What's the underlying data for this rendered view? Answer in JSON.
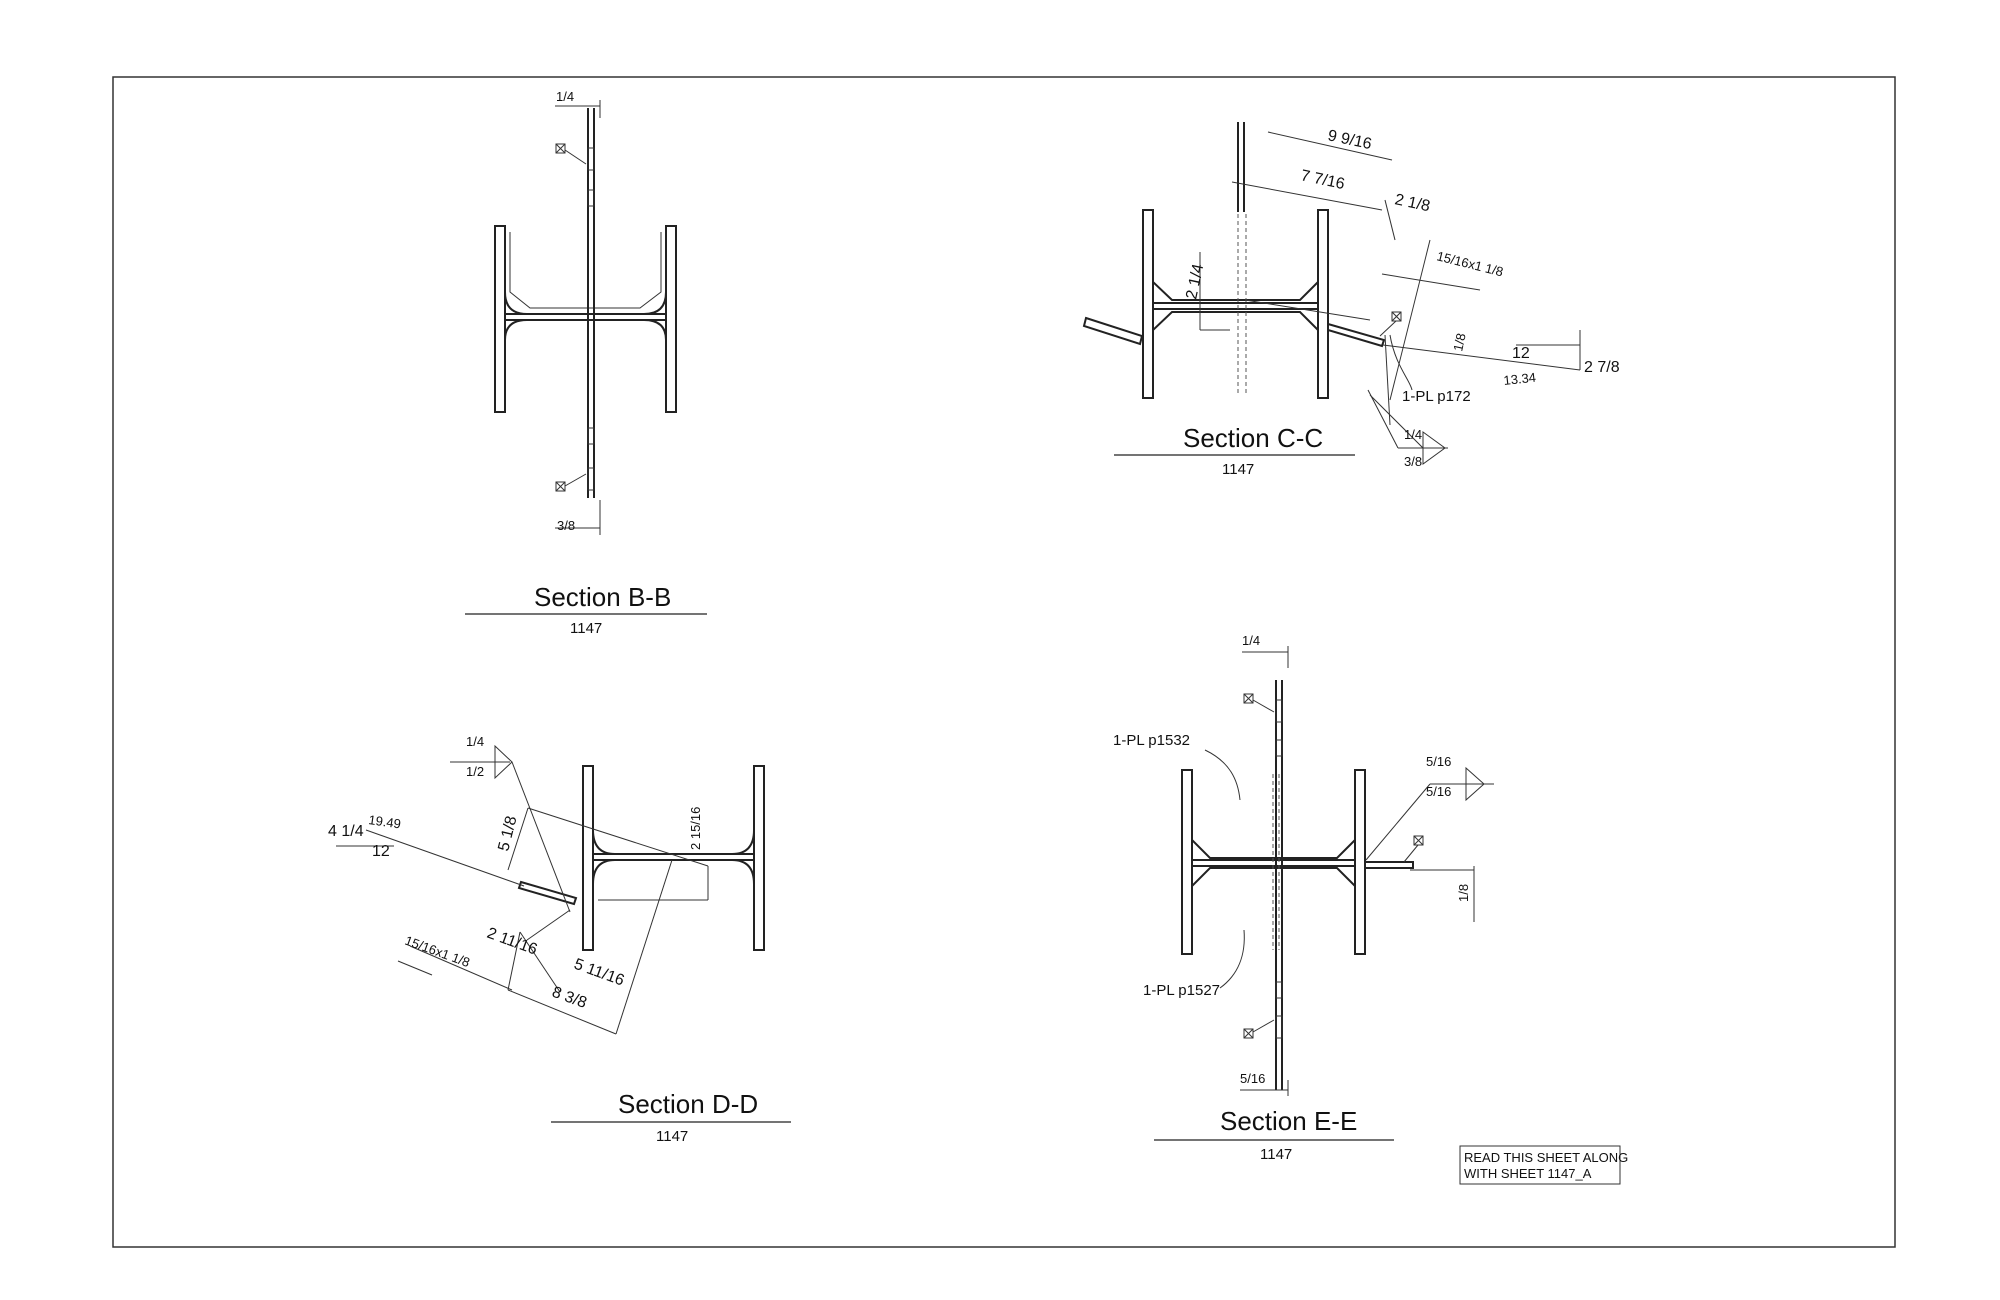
{
  "sections": [
    {
      "id": "B-B",
      "title": "Section B-B",
      "sheet": "1147"
    },
    {
      "id": "C-C",
      "title": "Section C-C",
      "sheet": "1147"
    },
    {
      "id": "D-D",
      "title": "Section D-D",
      "sheet": "1147"
    },
    {
      "id": "E-E",
      "title": "Section E-E",
      "sheet": "1147"
    }
  ],
  "b": {
    "top_weld": "1/4",
    "bottom_weld": "3/8"
  },
  "c": {
    "d1": "9 9/16",
    "d2": "7 7/16",
    "d3": "2 1/8",
    "d4": "15/16x1 1/8",
    "d5": "2 1/4",
    "d6": "1/8",
    "slope_run": "12",
    "slope_rise": "2 7/8",
    "slope_hyp": "13.34",
    "plate": "1-PL p172",
    "weld_top": "1/4",
    "weld_bot": "3/8"
  },
  "d": {
    "weld_top": "1/4",
    "weld_bot": "1/2",
    "slope_rise": "4 1/4",
    "slope_hyp": "19.49",
    "slope_run": "12",
    "d1": "5 1/8",
    "d2": "2 15/16",
    "d3": "15/16x1 1/8",
    "d4": "2 11/16",
    "d5": "5 11/16",
    "d6": "8 3/8"
  },
  "e": {
    "top": "1/4",
    "plate_top": "1-PL p1532",
    "plate_bot": "1-PL p1527",
    "weld_top": "5/16",
    "weld_bot": "5/16",
    "side": "1/8",
    "bottom": "5/16"
  },
  "note": {
    "line1": "READ THIS SHEET ALONG",
    "line2": "WITH SHEET 1147_A"
  }
}
